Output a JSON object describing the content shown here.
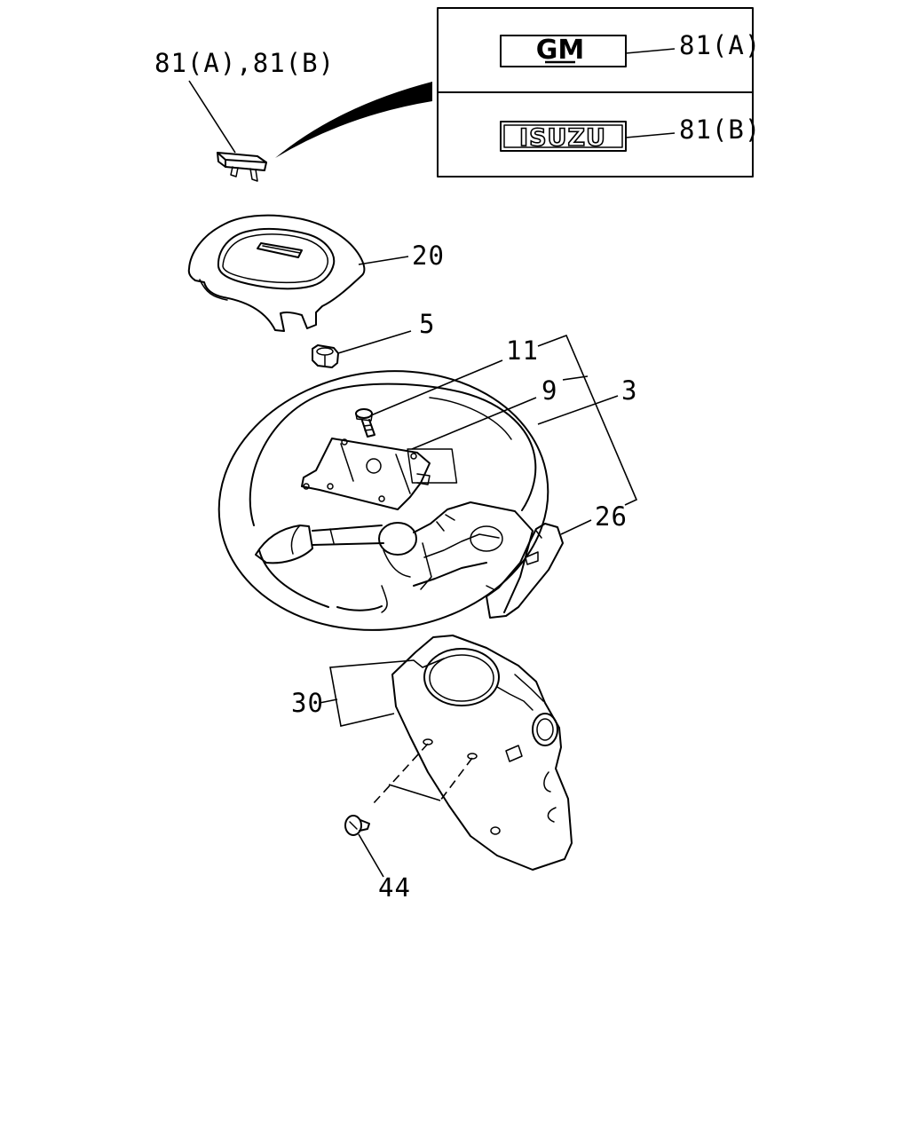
{
  "callouts": {
    "badge_pair": "81(A),81(B)",
    "horn_pad": "20",
    "nut": "5",
    "bolt": "11",
    "plate": "9",
    "wheel": "3",
    "cover": "26",
    "column_cover": "30",
    "screw": "44",
    "badge_a": "81(A)",
    "badge_b": "81(B)"
  },
  "badges": {
    "gm_text": "GM",
    "isuzu_text": "ISUZU"
  }
}
